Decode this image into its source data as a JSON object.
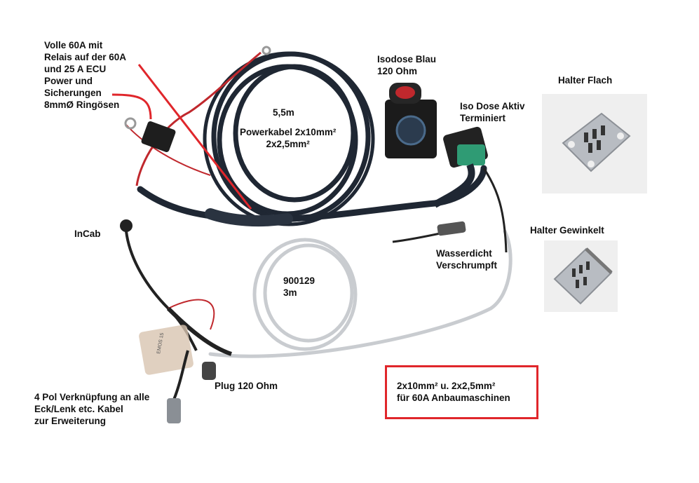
{
  "labels": {
    "relay_note": "Volle 60A mit\nRelais auf der 60A\nund 25 A ECU\nPower und\nSicherungen\n8mmØ Ringösen",
    "length_power": "5,5m",
    "powerkabel": "Powerkabel 2x10mm²\n2x2,5mm²",
    "isodose_blau": "Isodose Blau\n120 Ohm",
    "iso_dose_aktiv": "Iso Dose Aktiv\nTerminiert",
    "halter_flach": "Halter Flach",
    "halter_gewinkelt": "Halter Gewinkelt",
    "incab": "InCab",
    "wasserdicht": "Wasserdicht\nVerschrumpft",
    "part_number": "900129\n3m",
    "plug_120": "Plug 120 Ohm",
    "vier_pol": "4 Pol Verknüpfung an alle\nEck/Lenk etc. Kabel\nzur Erweiterung",
    "highlight": "2x10mm² u. 2x2,5mm²\nfür 60A Anbaumaschinen",
    "bag_label": "EMOS 15"
  },
  "colors": {
    "accent_red": "#e0262b",
    "cable_black": "#1f2733",
    "cable_grey": "#c9ccd0",
    "connector_green": "#2f9b74"
  },
  "icons": [
    "cable-coil",
    "iso-socket",
    "connector",
    "fuse-holder",
    "bracket-plate"
  ]
}
